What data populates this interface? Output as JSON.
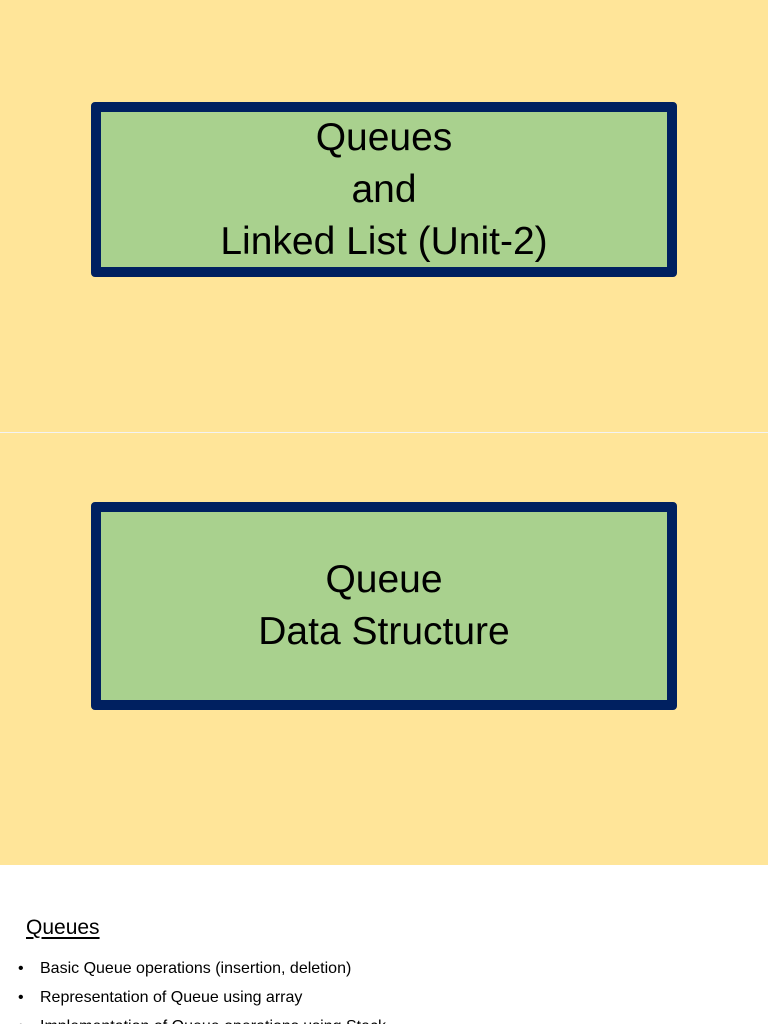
{
  "slides": [
    {
      "title_lines": [
        "Queues",
        "and",
        "Linked List (Unit-2)"
      ]
    },
    {
      "title_lines": [
        "Queue",
        "Data Structure"
      ]
    },
    {
      "heading": "Queues",
      "bullets": [
        "Basic Queue operations (insertion, deletion)",
        "Representation of Queue using array",
        "Implementation of Queue operations using Stack"
      ]
    }
  ],
  "colors": {
    "slide_bg": "#ffe599",
    "box_fill": "#a9d18e",
    "box_border": "#002060"
  }
}
